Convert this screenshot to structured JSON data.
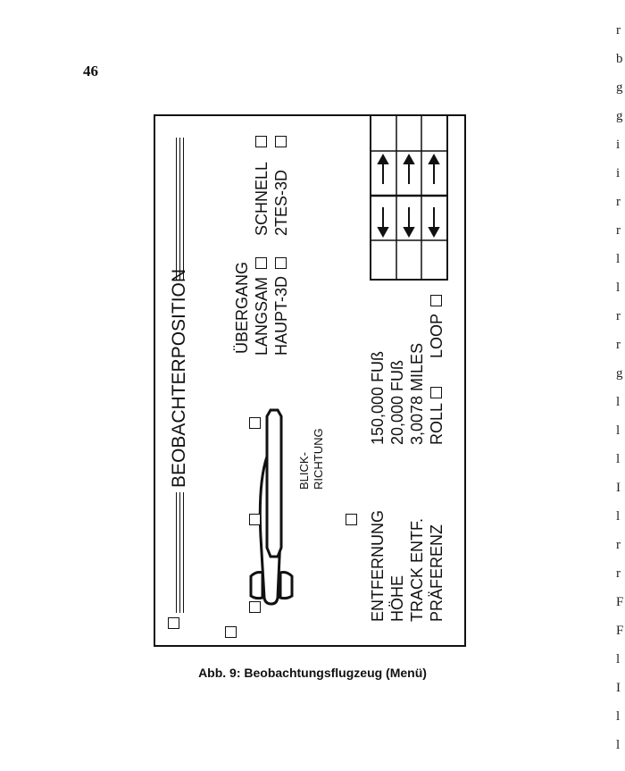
{
  "page_number": "46",
  "caption": "Abb. 9: Beobachtungsflugzeug (Menü)",
  "edge_letters": [
    "r",
    "b",
    "g",
    "g",
    "i",
    "i",
    "r",
    "r",
    "l",
    "l",
    "r",
    "r",
    "g",
    "l",
    "l",
    "l",
    "I",
    "l",
    "r",
    "r",
    "F",
    "F",
    "l",
    "I",
    "l",
    "l"
  ],
  "menu": {
    "title": "BEOBACHTERPOSITION",
    "view_label_line1": "BLICK-",
    "view_label_line2": "RICHTUNG",
    "transition_title": "ÜBERGANG",
    "slow": "LANGSAM",
    "fast": "SCHNELL",
    "main3d": "HAUPT-3D",
    "second3d": "2TES-3D",
    "fields": [
      {
        "label": "ENTFERNUNG",
        "value": "150,000 FUß"
      },
      {
        "label": "HÖHE",
        "value": "20,000 FUß"
      },
      {
        "label": "TRACK ENTF.",
        "value": "3,0078 MILES"
      },
      {
        "label": "PRÄFERENZ",
        "value": ""
      }
    ],
    "roll": "ROLL",
    "loop": "LOOP"
  }
}
